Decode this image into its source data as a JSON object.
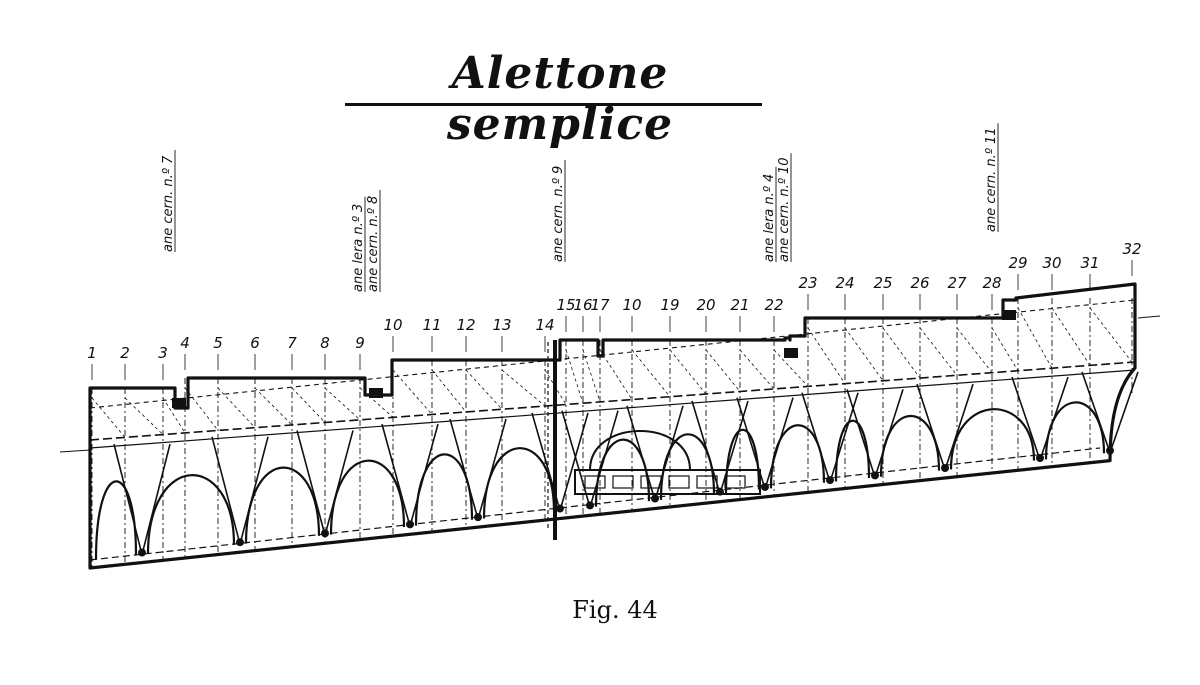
{
  "title": "Alettone semplice",
  "caption": "Fig. 44",
  "rib_labels": [
    "1",
    "2",
    "3",
    "4",
    "5",
    "6",
    "7",
    "8",
    "9",
    "10",
    "11",
    "12",
    "13",
    "14",
    "15",
    "16",
    "17",
    "10",
    "19",
    "20",
    "21",
    "22",
    "23",
    "24",
    "25",
    "26",
    "27",
    "28",
    "29",
    "30",
    "31",
    "32"
  ],
  "hinge_notes": [
    {
      "lines": [
        "ane cern. n.º 7"
      ]
    },
    {
      "lines": [
        "ane lera n.º 3",
        "ane cern. n.º 8"
      ]
    },
    {
      "lines": [
        "ane cern. n.º 9"
      ]
    },
    {
      "lines": [
        "ane lera n.º 4",
        "ane cern. n.º 10"
      ]
    },
    {
      "lines": [
        "ane cern. n.º 11"
      ]
    }
  ],
  "colors": {
    "ink": "#111111",
    "paper": "#ffffff"
  }
}
